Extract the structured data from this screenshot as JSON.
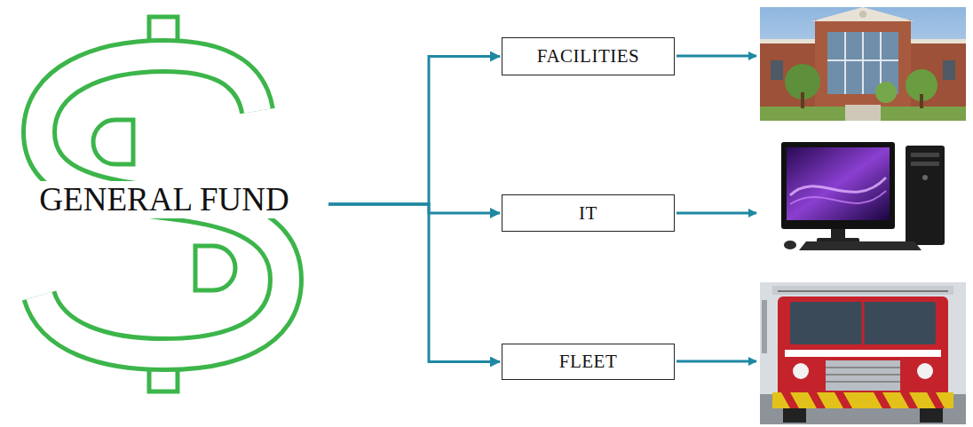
{
  "diagram": {
    "nodes": [
      {
        "text": [
          "GENERAL FUND"
        ]
      },
      {
        "text": [
          "FACILITIES"
        ]
      },
      {
        "text": [
          "IT"
        ]
      },
      {
        "text": [
          "FLEET"
        ]
      }
    ],
    "edges": [
      {
        "from": 0,
        "to": 1,
        "arrow": "to"
      },
      {
        "from": 0,
        "to": 2,
        "arrow": "to"
      },
      {
        "from": 0,
        "to": 3,
        "arrow": "to"
      }
    ]
  }
}
